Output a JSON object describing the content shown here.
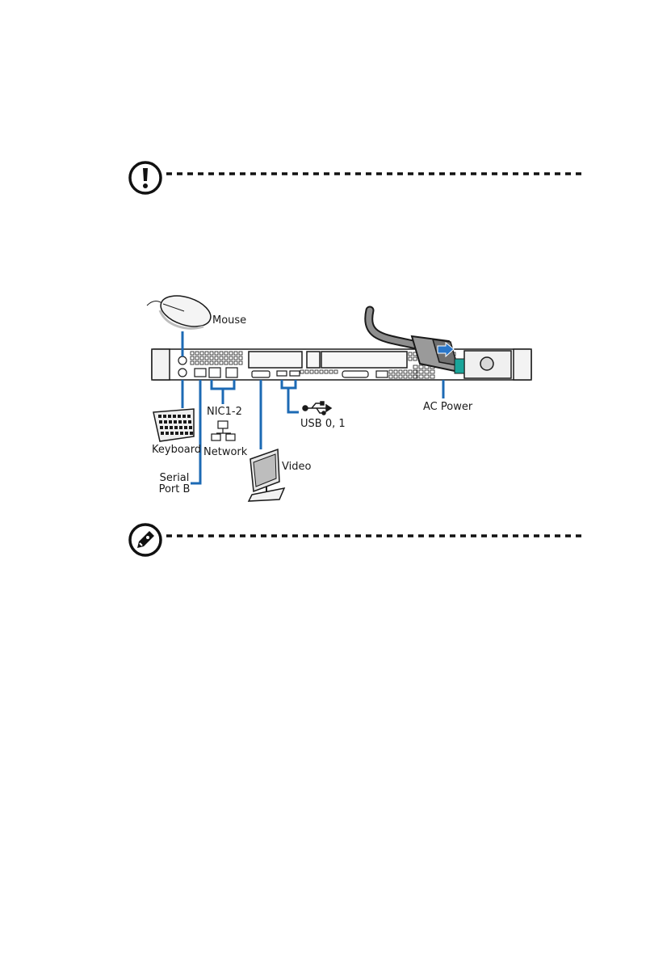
{
  "diagram": {
    "labels": {
      "mouse": "Mouse",
      "keyboard": "Keyboard",
      "nic": "NIC1-2",
      "network": "Network",
      "usb": "USB 0, 1",
      "ac_power": "AC Power",
      "video": "Video",
      "serial_line1": "Serial",
      "serial_line2": "Port B"
    },
    "colors": {
      "callout_line": "#1c6ab4",
      "chassis_stroke": "#1a1a1a",
      "power_arrow": "#2a77c9",
      "power_latch": "#1aa59a"
    }
  },
  "icons": {
    "caution": "exclamation-circle-icon",
    "note": "pen-circle-icon"
  }
}
